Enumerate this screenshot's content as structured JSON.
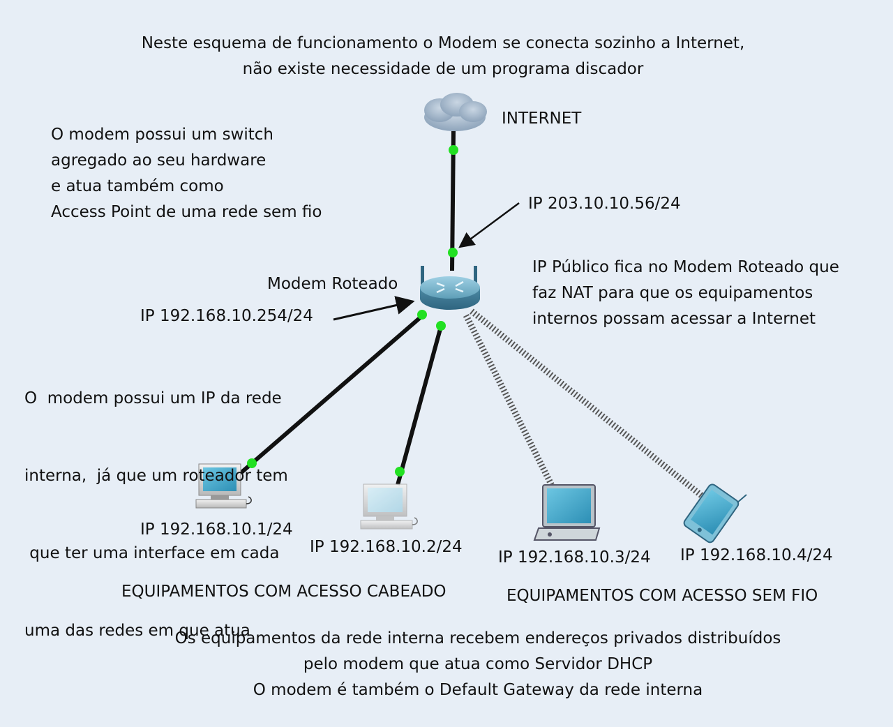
{
  "diagram": {
    "header": [
      "Neste esquema de funcionamento o Modem se conecta sozinho a Internet,",
      "não existe necessidade de um programa discador"
    ],
    "internet_label": "INTERNET",
    "switch_note": [
      "O modem possui um switch",
      "agregado ao seu hardware",
      "e atua também como",
      "Access Point de uma rede sem fio"
    ],
    "wan_ip": "IP 203.10.10.56/24",
    "modem_label": "Modem Roteado",
    "nat_note": [
      "IP Público fica no Modem Roteado que",
      "faz NAT para que os equipamentos",
      "internos possam acessar a Internet"
    ],
    "lan_ip": "IP 192.168.10.254/24",
    "lan_note": [
      "O  modem possui um IP da rede",
      "interna,  já que um roteador tem",
      " que ter uma interface em cada",
      "uma das redes em que atua"
    ],
    "hosts": [
      {
        "device": "desktop",
        "ip": "IP 192.168.10.1/24",
        "link": "wired"
      },
      {
        "device": "desktop",
        "ip": "IP 192.168.10.2/24",
        "link": "wired"
      },
      {
        "device": "laptop",
        "ip": "IP 192.168.10.3/24",
        "link": "wireless"
      },
      {
        "device": "tablet",
        "ip": "IP 192.168.10.4/24",
        "link": "wireless"
      }
    ],
    "wired_group_label": "EQUIPAMENTOS COM ACESSO CABEADO",
    "wireless_group_label": "EQUIPAMENTOS COM ACESSO SEM FIO",
    "footer": [
      "Os equipamentos da rede interna recebem endereços privados distribuídos",
      "pelo modem que atua como Servidor DHCP",
      "O modem é também o Default Gateway da rede interna"
    ],
    "colors": {
      "background": "#e7eef6",
      "link_dot": "#22e022",
      "device_screen": "#3ca9cc",
      "router": "#5f9fb8"
    },
    "icons": [
      "cloud-icon",
      "router-icon",
      "desktop-icon",
      "laptop-icon",
      "tablet-icon"
    ]
  }
}
